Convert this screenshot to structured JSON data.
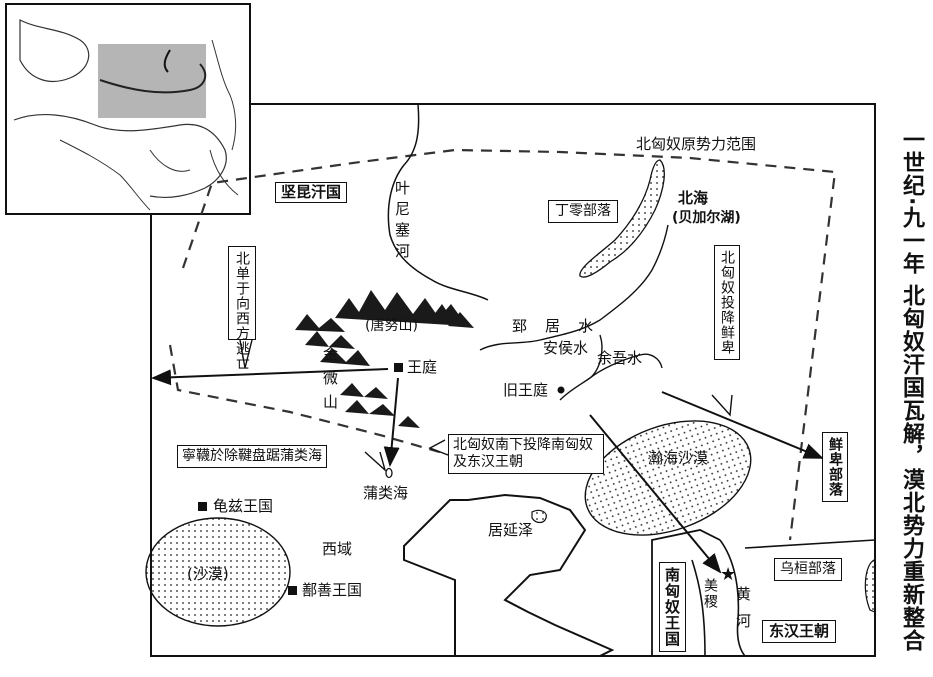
{
  "side_title": "一世纪·九一年 北匈奴汗国瓦解，漠北势力重新整合",
  "range_label": "北匈奴原势力范围",
  "regions": {
    "jiankun": "坚昆汗国",
    "dingling": "丁零部落",
    "xianbei": "鲜卑部落",
    "wuhuan": "乌桓部落",
    "donghan": "东汉王朝",
    "south_xiongnu": "南匈奴王国",
    "xiyu": "西域",
    "qiuci": "龟兹王国",
    "shanshan": "鄯善王国"
  },
  "places": {
    "wangting": "王庭",
    "jiu_wangting": "旧王庭",
    "tangnu": "(唐努山)",
    "jinwei": "金微山",
    "beihai": "北海",
    "beihai_sub": "(贝加尔湖)",
    "yenisei": "叶尼塞河",
    "zhijushui": "郅居水",
    "anhoushui": "安侯水",
    "yuwushui": "余吾水",
    "pulei": "蒲类海",
    "juyanze": "居延泽",
    "hanhai": "瀚海沙漠",
    "shamo": "(沙漠)",
    "meiji": "美稷",
    "huanghe": "黄河"
  },
  "notes": {
    "west_escape": "北单于向西方逃亡",
    "surrender_xianbei": "北匈奴投降鲜卑",
    "surrender_south": "北匈奴南下投降南匈奴及东汉王朝",
    "pulei_note": "寧韈於除鞬盘踞蒲类海"
  }
}
